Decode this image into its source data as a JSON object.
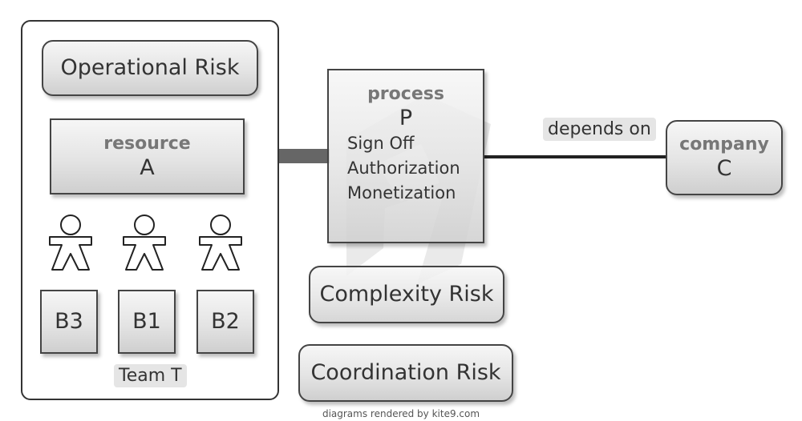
{
  "team_container": {
    "label": "Team T",
    "risk_box": {
      "label": "Operational Risk"
    },
    "resource": {
      "type": "resource",
      "name": "A"
    },
    "members": [
      {
        "label": "B3"
      },
      {
        "label": "B1"
      },
      {
        "label": "B2"
      }
    ]
  },
  "process": {
    "type": "process",
    "name": "P",
    "lines": [
      "Sign Off",
      "Authorization",
      "Monetization"
    ]
  },
  "connector_label": "depends on",
  "company": {
    "type": "company",
    "name": "C"
  },
  "risks": [
    {
      "label": "Complexity Risk"
    },
    {
      "label": "Coordination Risk"
    }
  ],
  "footer": "diagrams rendered by kite9.com"
}
